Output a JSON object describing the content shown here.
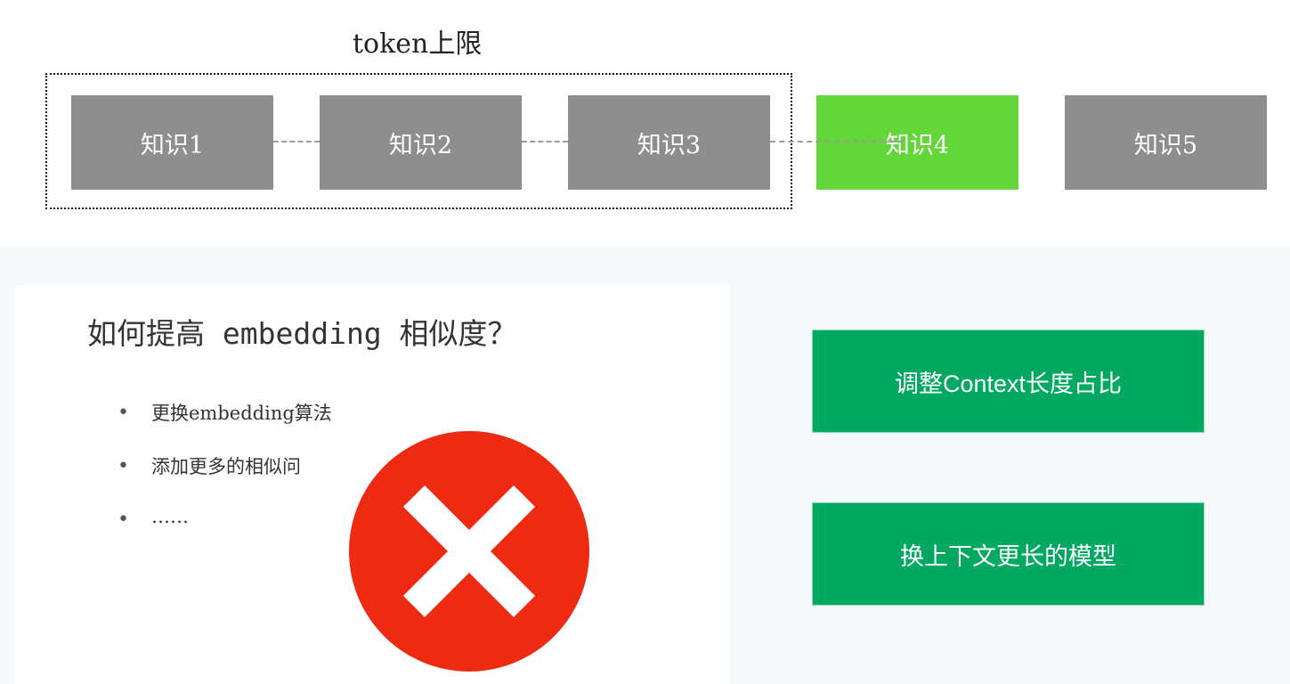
{
  "top": {
    "token_limit_label": "token上限",
    "blocks": [
      {
        "label": "知识1",
        "highlight": false
      },
      {
        "label": "知识2",
        "highlight": false
      },
      {
        "label": "知识3",
        "highlight": false
      },
      {
        "label": "知识4",
        "highlight": true
      },
      {
        "label": "知识5",
        "highlight": false
      }
    ]
  },
  "left_panel": {
    "title": "如何提高 embedding 相似度？",
    "bullets": [
      "更换embedding算法",
      "添加更多的相似问",
      "……"
    ],
    "status_icon": "error-x-icon"
  },
  "actions": [
    {
      "label": "调整Context长度占比"
    },
    {
      "label": "换上下文更长的模型"
    }
  ],
  "colors": {
    "block_gray": "#8e8e8e",
    "block_highlight": "#63d63a",
    "action_green": "#00a862",
    "error_red": "#ee2a12"
  }
}
